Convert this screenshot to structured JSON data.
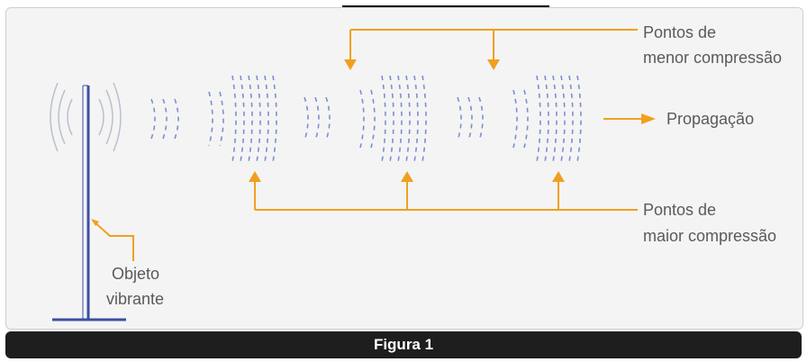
{
  "labels": {
    "menor_line1": "Pontos de",
    "menor_line2": "menor compressão",
    "propagacao": "Propagação",
    "maior_line1": "Pontos de",
    "maior_line2": "maior compressão",
    "objeto_line1": "Objeto",
    "objeto_line2": "vibrante"
  },
  "caption": "Figura 1",
  "colors": {
    "arrow": "#f0a020",
    "wave": "#7a8fd0",
    "rod": "#3c4fa0",
    "panel": "#f4f4f4",
    "caption_bar": "#1e1e1e"
  }
}
